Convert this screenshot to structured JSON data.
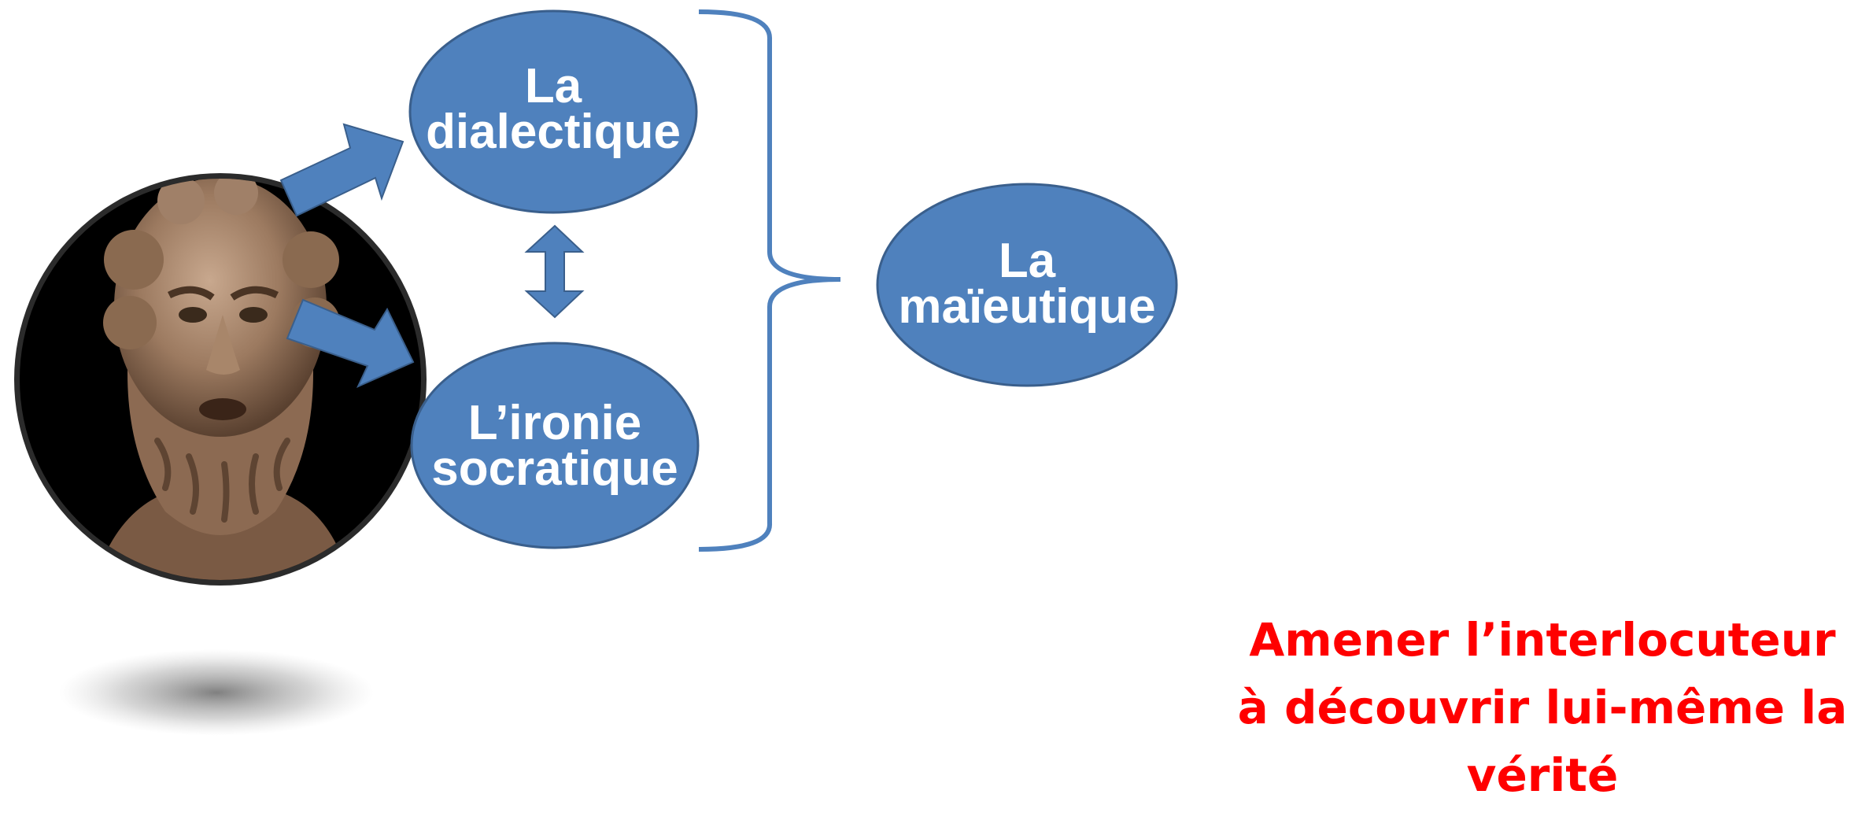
{
  "nodes": {
    "dialectique": {
      "line1": "La",
      "line2": "dialectique"
    },
    "ironie": {
      "line1": "L’ironie",
      "line2": "socratique"
    },
    "maieutique": {
      "line1": "La",
      "line2": "maïeutique"
    }
  },
  "caption": "Amener l’interlocuteur à découvrir lui-même la vérité",
  "portrait": {
    "subject": "socrates-bust"
  },
  "colors": {
    "node_fill": "#4f81bd",
    "node_stroke": "#3a5f8c",
    "arrow_fill": "#4f81bd",
    "brace_stroke": "#4f81bd",
    "caption": "#ff0000",
    "portrait_bg": "#000000"
  }
}
